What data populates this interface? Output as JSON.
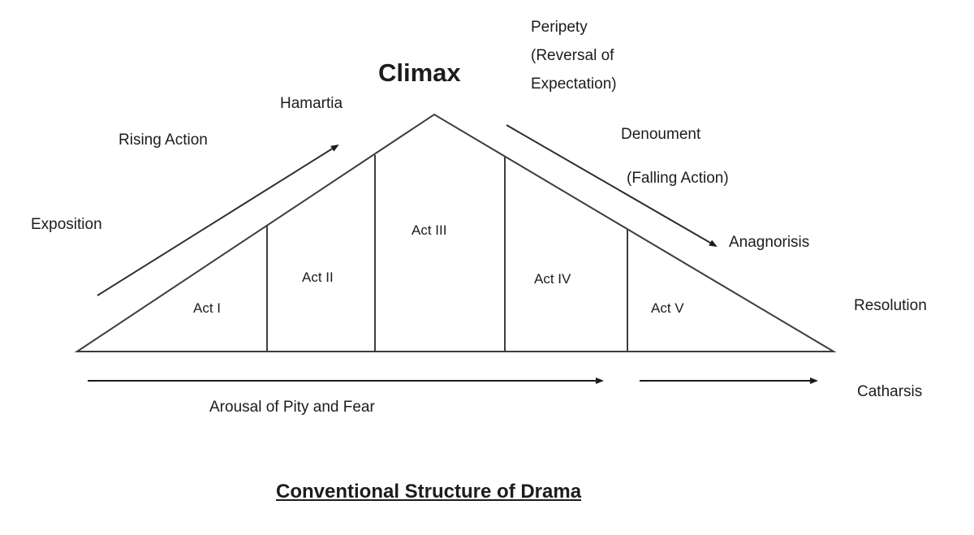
{
  "diagram": {
    "stages": {
      "exposition": "Exposition",
      "rising_action": "Rising Action",
      "hamartia": "Hamartia",
      "climax": "Climax",
      "peripety_line1": "Peripety",
      "peripety_line2": "(Reversal of",
      "peripety_line3": "Expectation)",
      "denoument": "Denoument",
      "falling_action": "(Falling Action)",
      "anagnorisis": "Anagnorisis",
      "resolution": "Resolution",
      "catharsis": "Catharsis",
      "arousal_of_pity_and_fear": "Arousal of Pity and Fear"
    },
    "acts": [
      "Act I",
      "Act II",
      "Act III",
      "Act IV",
      "Act V"
    ],
    "title": "Conventional Structure of Drama",
    "colors": {
      "line": "#3d3d3d",
      "text": "#1c1c1c"
    }
  }
}
